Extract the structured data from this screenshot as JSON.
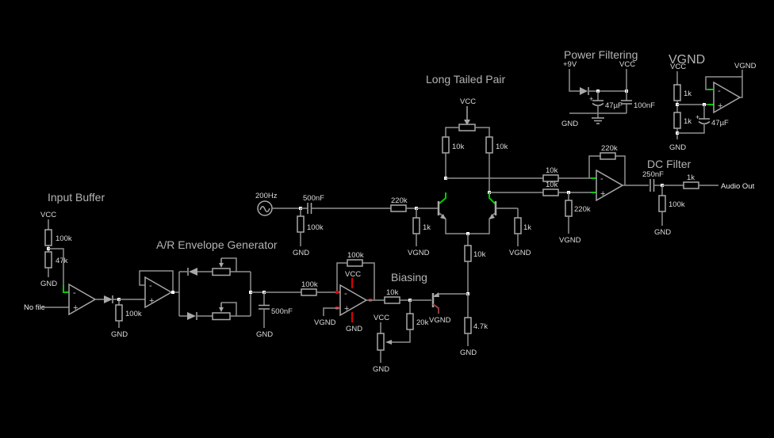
{
  "app": {
    "kind": "circuit-simulator-schematic",
    "background": "#000000"
  },
  "colors": {
    "wire": "#8f8f8f",
    "component": "#a8a8a8",
    "label": "#dcdcdc",
    "title": "#b4b4b4",
    "node_dot": "#ffffff",
    "positive_voltage": "#00cc00",
    "post_red": "#e00000",
    "collector_red": "#9a4444"
  },
  "opamp": {
    "minus": "-",
    "plus": "+"
  },
  "input_buffer": {
    "title": "Input Buffer",
    "vcc": "VCC",
    "r_top": "100k",
    "r_bottom": "47k",
    "gnd": "GND",
    "source_label": "No file",
    "r_load": "100k",
    "r_load_gnd": "GND"
  },
  "envelope": {
    "title": "A/R Envelope Generator",
    "cap": "500nF",
    "cap_gnd": "GND"
  },
  "source": {
    "freq": "200Hz",
    "r_shunt": "100k",
    "gnd": "GND",
    "cap": "500nF",
    "r_series": "220k",
    "r_base": "1k",
    "vgnd": "VGND"
  },
  "biasing": {
    "title": "Biasing",
    "r_fb": "100k",
    "vcc": "VCC",
    "gnd": "GND",
    "vgnd": "VGND",
    "r_out": "10k",
    "r_div": "20k",
    "pot_vcc": "VCC",
    "pot_gnd": "GND",
    "q_vgnd": "VGND"
  },
  "ltp": {
    "title": "Long Tailed Pair",
    "vcc": "VCC",
    "r_c_left": "10k",
    "r_c_right": "10k",
    "r_base": "1k",
    "base_vgnd": "VGND",
    "r_tail": "10k",
    "r_sink": "4.7k",
    "sink_gnd": "GND"
  },
  "dc_filter": {
    "title": "DC Filter",
    "r_in_top": "10k",
    "r_in_bottom": "10k",
    "r_ref": "220k",
    "ref_vgnd": "VGND",
    "r_fb": "220k",
    "cap": "250nF",
    "r_load": "100k",
    "load_gnd": "GND",
    "r_out": "1k",
    "audio_out": "Audio Out"
  },
  "power": {
    "title": "Power Filtering",
    "vin": "+9V",
    "vcc": "VCC",
    "cap1": "47µF",
    "cap1_polarity": "+",
    "cap2": "100nF",
    "gnd": "GND"
  },
  "vgnd_gen": {
    "title": "VGND",
    "vcc": "VCC",
    "r_top": "1k",
    "r_bottom": "1k",
    "gnd": "GND",
    "cap": "47µF",
    "cap_polarity": "+",
    "out": "VGND"
  }
}
